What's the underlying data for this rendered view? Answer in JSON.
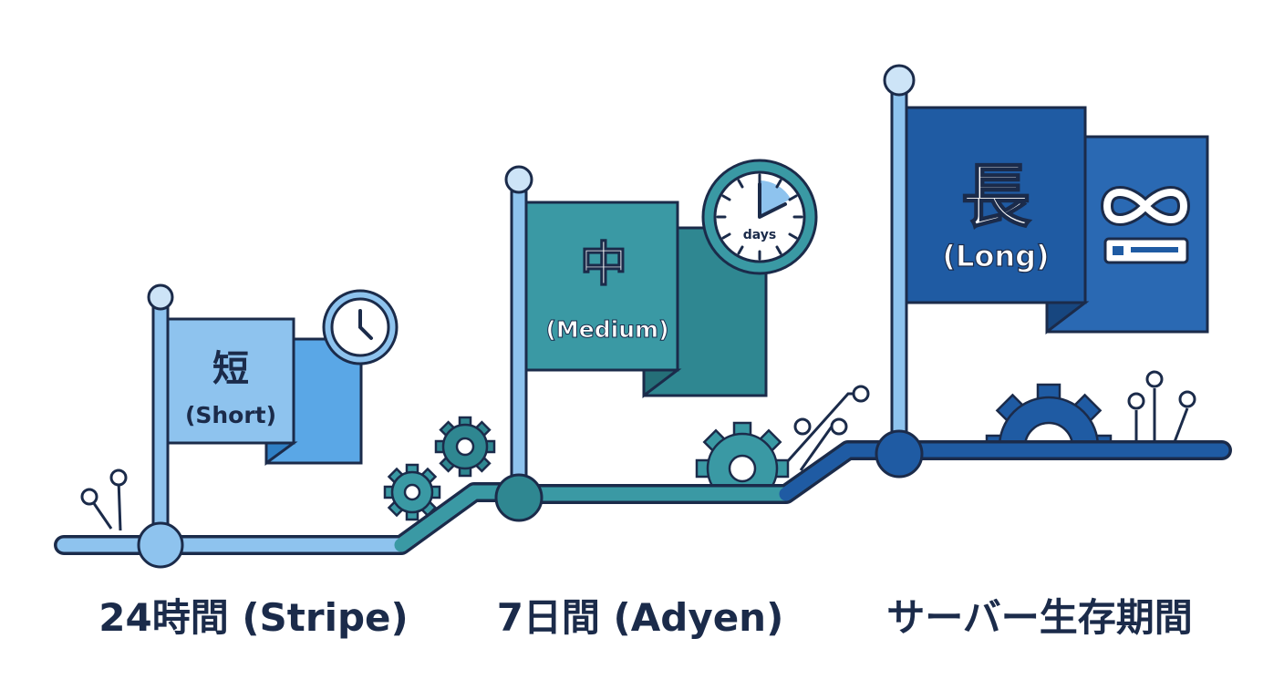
{
  "flags": {
    "short": {
      "kanji": "短",
      "label": "(Short)",
      "caption": "24時間 (Stripe)"
    },
    "medium": {
      "kanji": "中",
      "label": "(Medium)",
      "caption": "7日間 (Adyen)",
      "clock_text": "days"
    },
    "long": {
      "kanji": "長",
      "label": "(Long)",
      "caption": "サーバー生存期間"
    }
  },
  "colors": {
    "outline": "#1b2b4a",
    "short_fill": "#8ec3ee",
    "short_fold": "#5aa7e6",
    "medium_fill": "#3a99a4",
    "medium_fold": "#2f8791",
    "long_fill": "#1f5ba3",
    "long_fold": "#2a69b3",
    "caption": "#1b2b4a"
  },
  "icons": [
    "clock-icon",
    "gear-icon",
    "infinity-icon",
    "server-icon",
    "circuit-icon"
  ]
}
